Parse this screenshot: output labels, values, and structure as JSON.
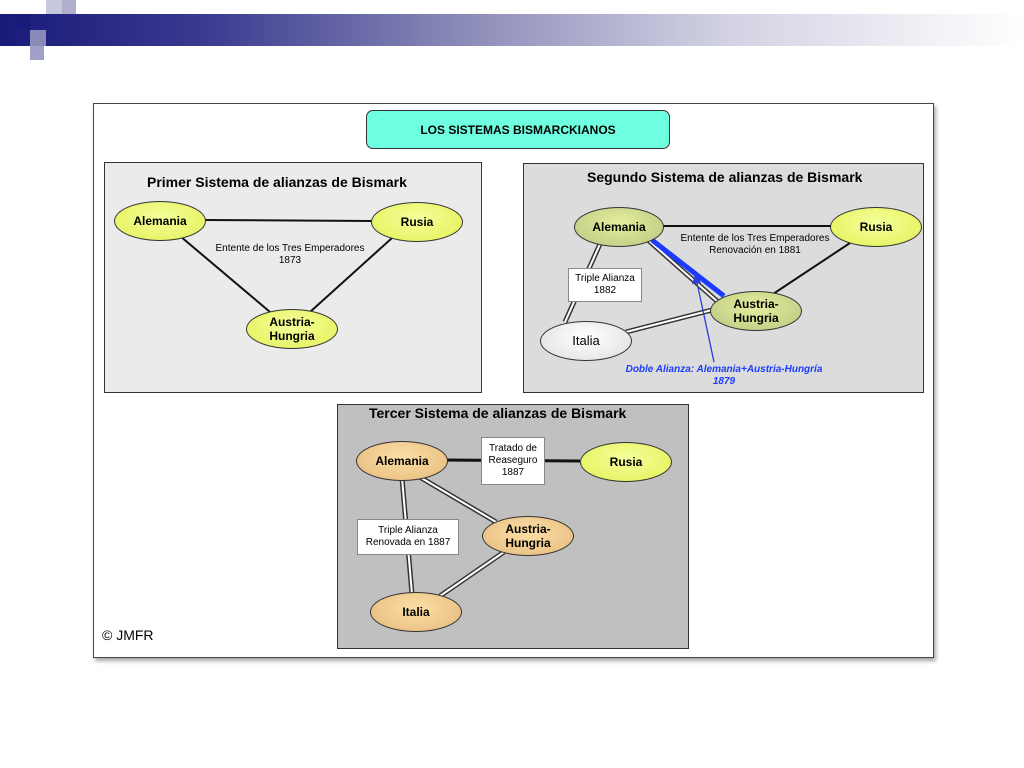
{
  "main_title": "LOS SISTEMAS BISMARCKIANOS",
  "colors": {
    "title_fill": "#6effe0",
    "nation_fill": "#e8f56a",
    "highlight_arrow": "#1a3cff"
  },
  "panel1": {
    "title": "Primer Sistema de alianzas de Bismark",
    "nodes": {
      "alemania": "Alemania",
      "rusia": "Rusia",
      "austria_line1": "Austria-",
      "austria_line2": "Hungria"
    },
    "label_line1": "Entente de los Tres Emperadores",
    "label_line2": "1873"
  },
  "panel2": {
    "title": "Segundo Sistema de alianzas de Bismark",
    "nodes": {
      "alemania": "Alemania",
      "rusia": "Rusia",
      "austria_line1": "Austria-",
      "austria_line2": "Hungria",
      "italia": "Italia"
    },
    "entente_line1": "Entente de los Tres Emperadores",
    "entente_line2": "Renovación en 1881",
    "triple_line1": "Triple Alianza",
    "triple_line2": "1882",
    "doble_line1": "Doble Alianza: Alemania+Austria-Hungría",
    "doble_line2": "1879"
  },
  "panel3": {
    "title": "Tercer Sistema de alianzas de Bismark",
    "nodes": {
      "alemania": "Alemania",
      "rusia": "Rusia",
      "austria_line1": "Austria-",
      "austria_line2": "Hungria",
      "italia": "Italia"
    },
    "tratado_line1": "Tratado de",
    "tratado_line2": "Reaseguro",
    "tratado_line3": "1887",
    "triple_line1": "Triple Alianza",
    "triple_line2": "Renovada en 1887"
  },
  "credit": "© JMFR"
}
